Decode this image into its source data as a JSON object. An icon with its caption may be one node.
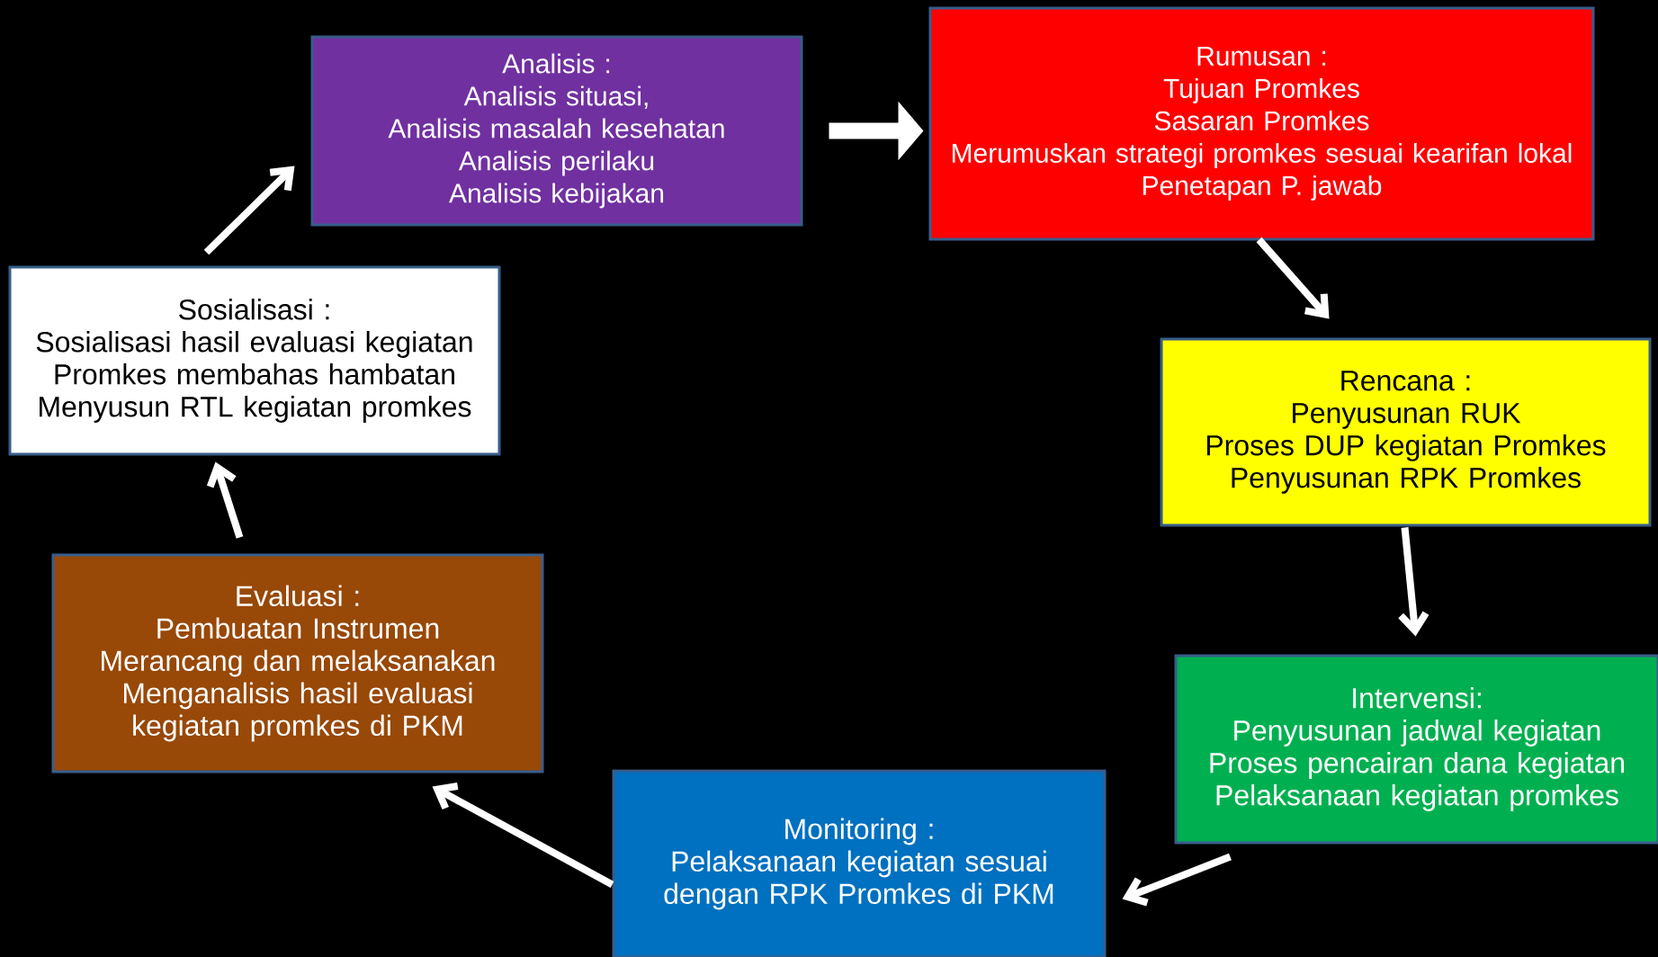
{
  "diagram": {
    "nodes": [
      {
        "text": [
          "Analisis :",
          "Analisis situasi,",
          "Analisis masalah kesehatan",
          "Analisis perilaku",
          "Analisis kebijakan"
        ]
      },
      {
        "text": [
          "Rumusan :",
          "Tujuan Promkes",
          "Sasaran Promkes",
          "Merumuskan strategi promkes sesuai kearifan lokal",
          "Penetapan P. jawab"
        ]
      },
      {
        "text": [
          "Rencana :",
          "Penyusunan RUK",
          "Proses DUP kegiatan Promkes",
          "Penyusunan RPK Promkes"
        ]
      },
      {
        "text": [
          "Intervensi:",
          "Penyusunan jadwal  kegiatan",
          "Proses pencairan dana kegiatan",
          "Pelaksanaan kegiatan promkes"
        ]
      },
      {
        "text": [
          "Monitoring :",
          "Pelaksanaan kegiatan sesuai dengan RPK Promkes di PKM"
        ]
      },
      {
        "text": [
          "Evaluasi :",
          "Pembuatan Instrumen",
          "Merancang dan melaksanakan",
          "Menganalisis hasil evaluasi kegiatan promkes di PKM"
        ]
      },
      {
        "text": [
          "Sosialisasi :",
          "Sosialisasi hasil evaluasi kegiatan",
          "Promkes membahas hambatan",
          "Menyusun RTL kegiatan promkes"
        ]
      }
    ],
    "edges": [
      {
        "from": 6,
        "to": 0,
        "arrow": "to"
      },
      {
        "from": 0,
        "to": 1,
        "arrow": "to",
        "style": "thick"
      },
      {
        "from": 1,
        "to": 2,
        "arrow": "to"
      },
      {
        "from": 2,
        "to": 3,
        "arrow": "to"
      },
      {
        "from": 3,
        "to": 4,
        "arrow": "to"
      },
      {
        "from": 4,
        "to": 5,
        "arrow": "to"
      },
      {
        "from": 5,
        "to": 6,
        "arrow": "to"
      }
    ]
  }
}
